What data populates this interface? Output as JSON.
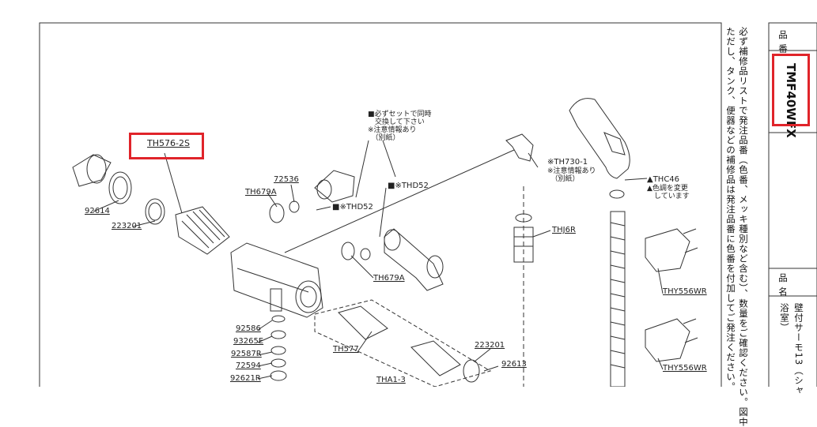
{
  "title_block": {
    "field_hinban": "品\n番",
    "part_number": "TMF40WFX",
    "field_hinmei": "品\n名",
    "product_name": "壁付サーモ13（シャ",
    "product_name_2": "浴室）"
  },
  "instructions": {
    "line1": "必ず補修品リストで発注品番（色番、メッキ種別など含む）、数量をご確認ください。図中",
    "line2": "ただし、タンク、便器などの補修品は発注品番に色番を付加してご発注ください。"
  },
  "labels": {
    "th576": "TH576-2S",
    "p92614": "92614",
    "p223201a": "223201",
    "th679a_top": "TH679A",
    "p72536": "72536",
    "thd52_mid": "■※THD52",
    "thd52_right": "■※THD52",
    "th679a_low": "TH679A",
    "th730": "※TH730-1",
    "th730_note": "※注意情報あり\n　（別紙）",
    "thc46": "▲THC46",
    "thc46_note": "▲色調を変更\n　しています",
    "thj6r": "THJ6R",
    "thy556_1": "THY556WR",
    "thy556_2": "THY556WR",
    "p92586": "92586",
    "p93265e": "93265E",
    "p92587r": "92587R",
    "p72594": "72594",
    "p92621r": "92621R",
    "th577": "TH577",
    "p223201b": "223201",
    "p92613": "92613",
    "tha13": "THA1-3",
    "set_note": "■必ずセットで同時\n　交換して下さい\n※注意情報あり\n　（別紙）"
  },
  "colors": {
    "highlight": "#e0242a",
    "line": "#333333"
  }
}
